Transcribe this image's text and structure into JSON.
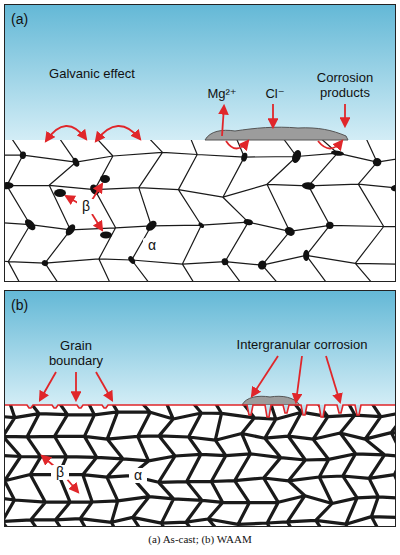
{
  "diagram": {
    "caption": "(a) As-cast; (b) WAAM",
    "nodes": [
      {
        "text": [
          "(a)"
        ]
      },
      {
        "text": [
          "(b)"
        ]
      }
    ],
    "labels": [
      "Galvanic effect",
      "Mg²⁺",
      "Cl⁻",
      "Corrosion products",
      "β",
      "α",
      "Grain boundary",
      "Intergranular corrosion",
      "β",
      "α"
    ]
  }
}
